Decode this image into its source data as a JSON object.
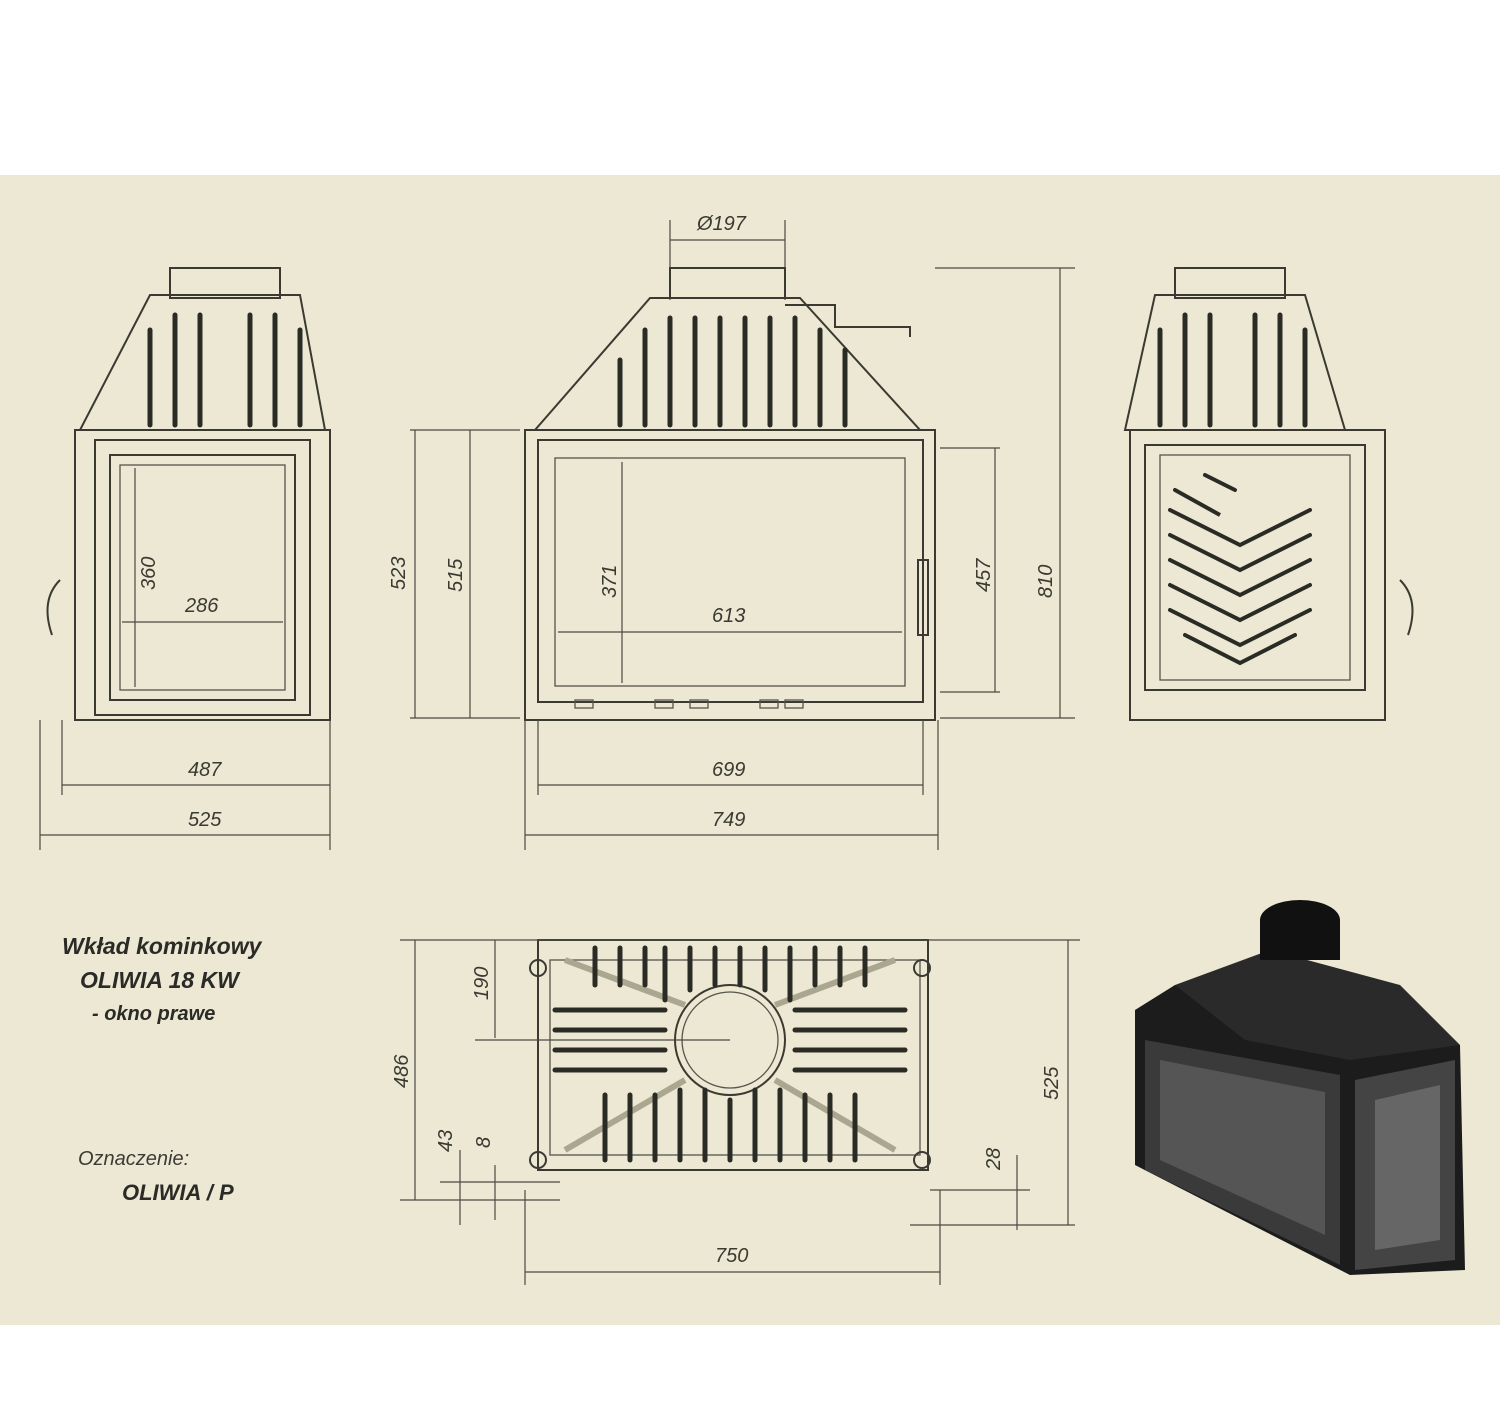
{
  "caption": {
    "line1": "Wkład kominkowy",
    "line2": "OLIWIA 18 KW",
    "line3": "- okno prawe",
    "designation_label": "Oznaczenie:",
    "designation_value": "OLIWIA / P"
  },
  "dimensions": {
    "flue_diameter": "Ø197",
    "front_height_outer": "523",
    "front_height_inner": "515",
    "front_glass_height": "371",
    "front_glass_width": "613",
    "front_side_height": "457",
    "total_height": "810",
    "side_glass_height": "360",
    "side_glass_width": "286",
    "side_inner_width": "487",
    "side_outer_width": "525",
    "front_inner_width": "699",
    "front_outer_width": "749",
    "top_flue_offset": "190",
    "top_depth_inner": "486",
    "top_offset_43": "43",
    "top_offset_8": "8",
    "top_offset_28": "28",
    "top_depth_outer": "525",
    "top_width": "750"
  },
  "colors": {
    "background": "#ece8d3",
    "line": "#3a3a32"
  }
}
